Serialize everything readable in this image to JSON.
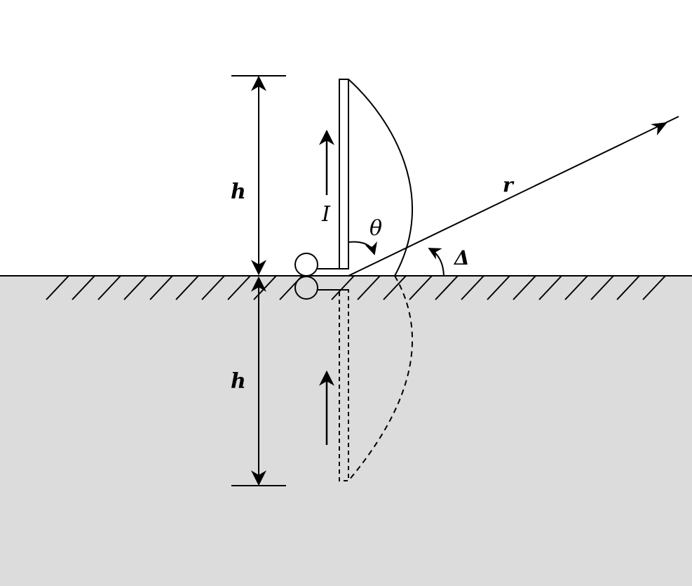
{
  "labels": {
    "height_above": "h",
    "height_below": "h",
    "current": "I",
    "theta": "θ",
    "delta": "Δ",
    "radius": "r"
  },
  "colors": {
    "ground": "#dcdcdc",
    "line": "#000000",
    "background": "#ffffff"
  }
}
